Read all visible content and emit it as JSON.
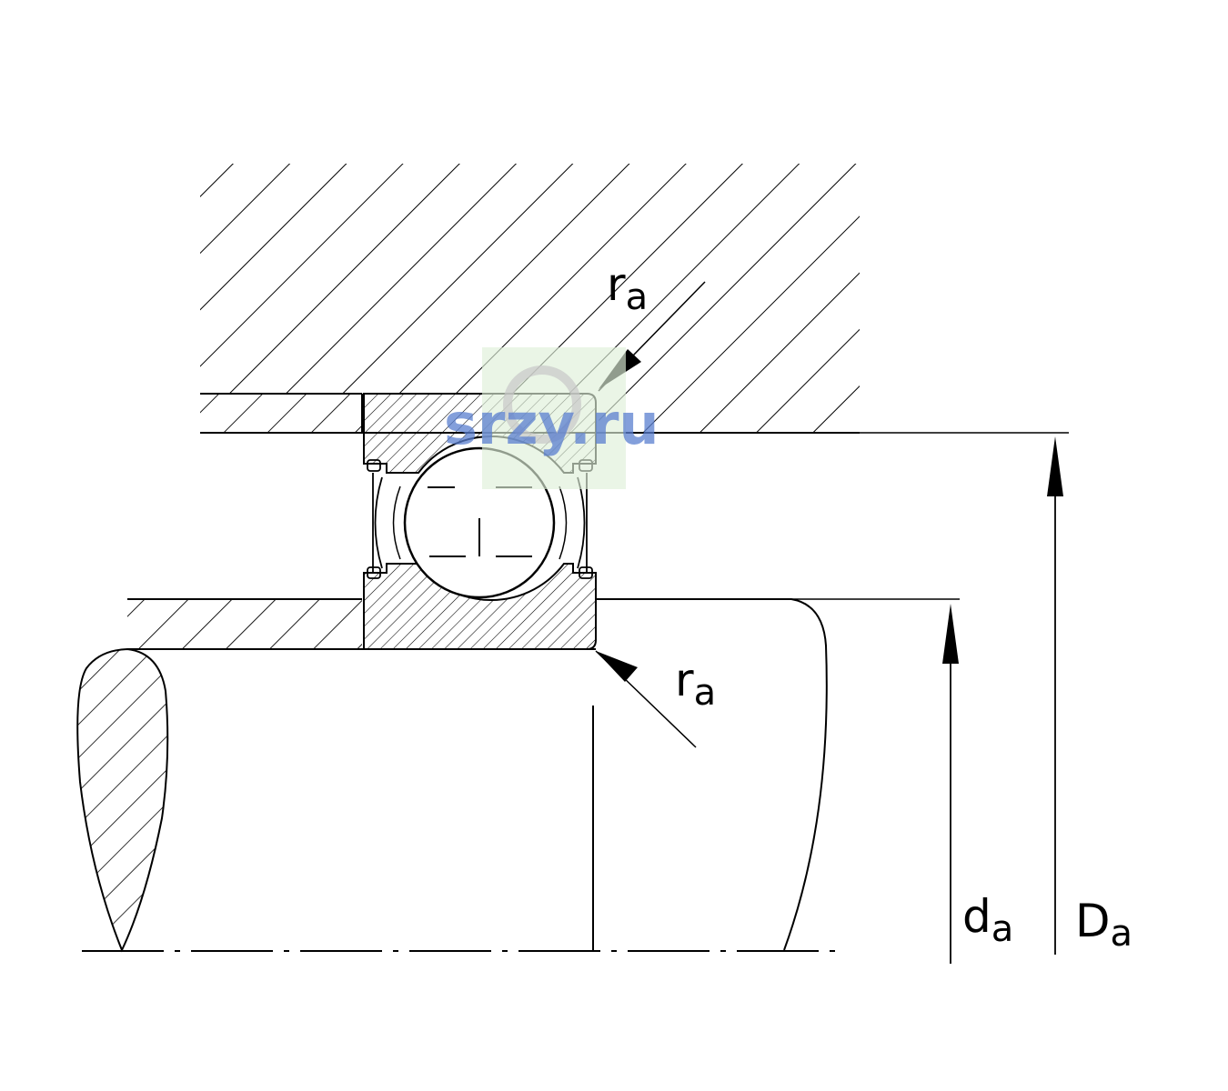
{
  "labels": {
    "ra_top": {
      "main": "r",
      "sub": "a"
    },
    "ra_bottom": {
      "main": "r",
      "sub": "a"
    },
    "da": {
      "main": "d",
      "sub": "a"
    },
    "Da": {
      "main": "D",
      "sub": "a"
    }
  },
  "watermark": {
    "text": "srzy.ru"
  },
  "colors": {
    "line": "#000000",
    "watermark_bg": "#dff0d8",
    "watermark_text": "#5a7fd0"
  }
}
